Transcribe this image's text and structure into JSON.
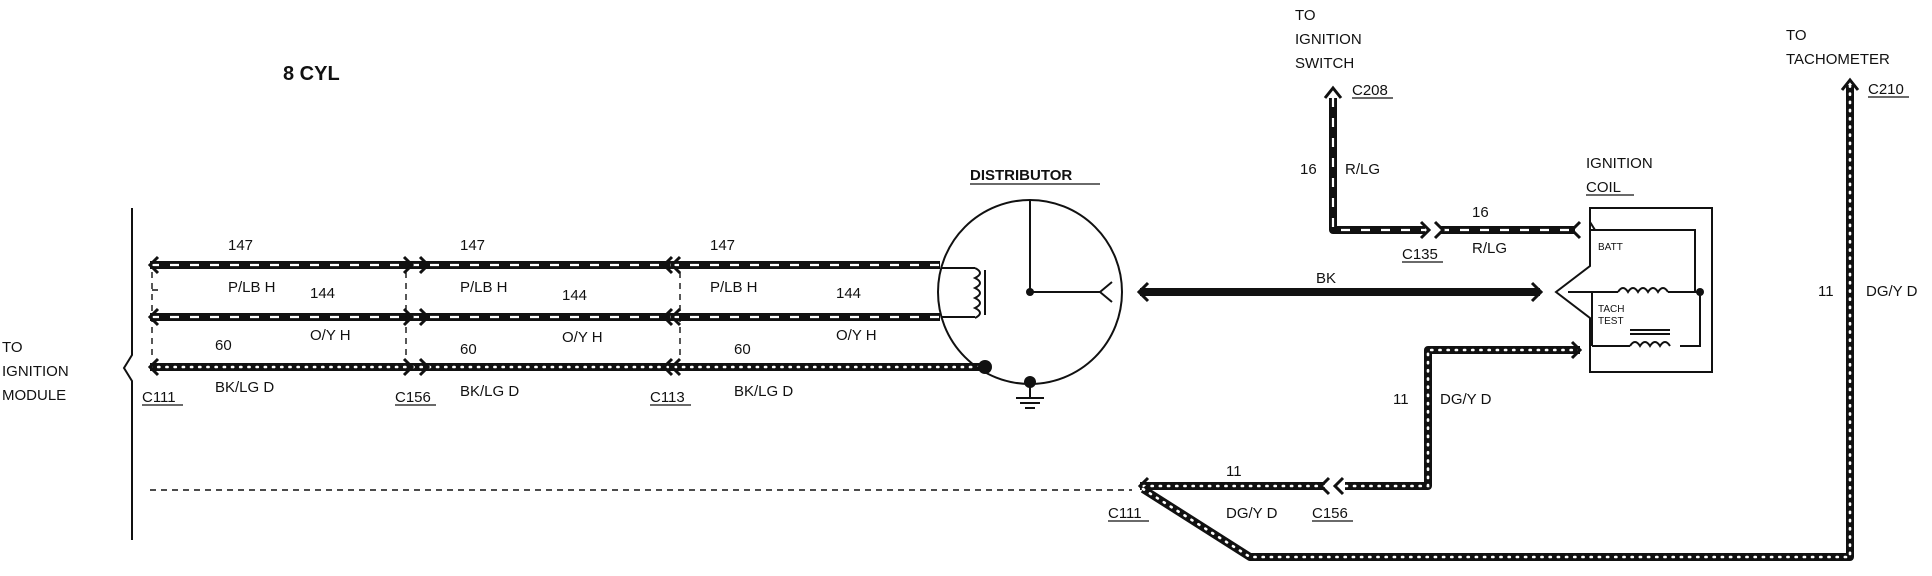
{
  "title": "8 CYL",
  "labels": {
    "to_ignition_module": [
      "TO",
      "IGNITION",
      "MODULE"
    ],
    "to_ignition_switch": [
      "TO",
      "IGNITION",
      "SWITCH"
    ],
    "to_tachometer": [
      "TO",
      "TACHOMETER"
    ],
    "distributor": "DISTRIBUTOR",
    "ignition_coil": [
      "IGNITION",
      "COIL"
    ],
    "batt": "BATT",
    "tach_test": [
      "TACH",
      "TEST"
    ]
  },
  "connectors": {
    "c111": "C111",
    "c156": "C156",
    "c113": "C113",
    "c208": "C208",
    "c135": "C135",
    "c210": "C210",
    "c111_low": "C111",
    "c156_low": "C156"
  },
  "circuits": {
    "c147": {
      "number": "147",
      "color": "P/LB H"
    },
    "c144": {
      "number": "144",
      "color": "O/Y H"
    },
    "c60": {
      "number": "60",
      "color": "BK/LG D"
    },
    "bk": {
      "color": "BK"
    },
    "c16": {
      "number": "16",
      "color": "R/LG"
    },
    "c11": {
      "number": "11",
      "color": "DG/Y D"
    }
  }
}
